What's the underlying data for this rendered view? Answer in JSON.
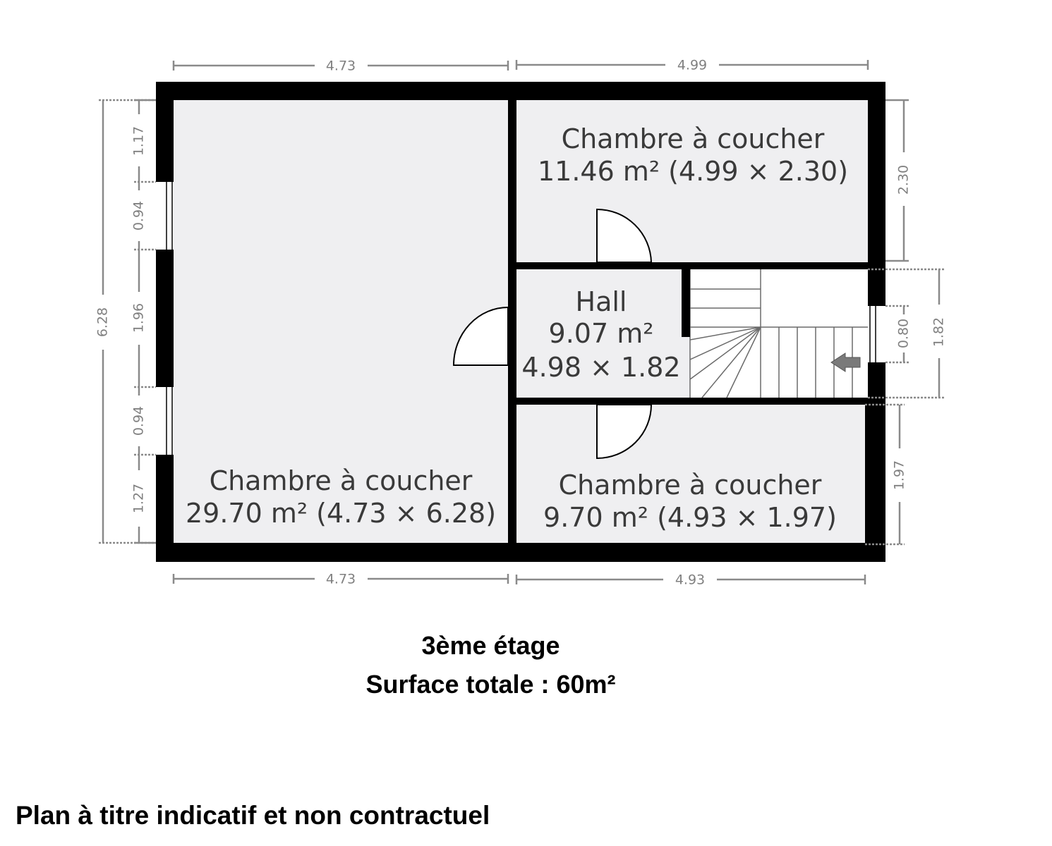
{
  "rooms": {
    "bedroom_large": {
      "name": "Chambre à coucher",
      "area": "29.70 m² (4.73 × 6.28)"
    },
    "bedroom_top": {
      "name": "Chambre à coucher",
      "area": "11.46 m² (4.99 × 2.30)"
    },
    "hall": {
      "name": "Hall",
      "area": "9.07 m²",
      "dims": "4.98 × 1.82"
    },
    "bedroom_bottom": {
      "name": "Chambre à coucher",
      "area": "9.70 m² (4.93 × 1.97)"
    }
  },
  "dimensions": {
    "top_left": "4.73",
    "top_right": "4.99",
    "bottom_left": "4.73",
    "bottom_right": "4.93",
    "left_total": "6.28",
    "left_segments": [
      "1.17",
      "0.94",
      "1.96",
      "0.94",
      "1.27"
    ],
    "right_top": "2.30",
    "right_window": "0.80",
    "right_stair": "1.82",
    "right_bottom": "1.97"
  },
  "captions": {
    "floor": "3ème étage",
    "surface": "Surface totale : 60m²",
    "disclaimer": "Plan à titre indicatif et non contractuel"
  },
  "colors": {
    "wall": "#000000",
    "floor": "#efeff1",
    "dimension": "#8a8a8a"
  }
}
